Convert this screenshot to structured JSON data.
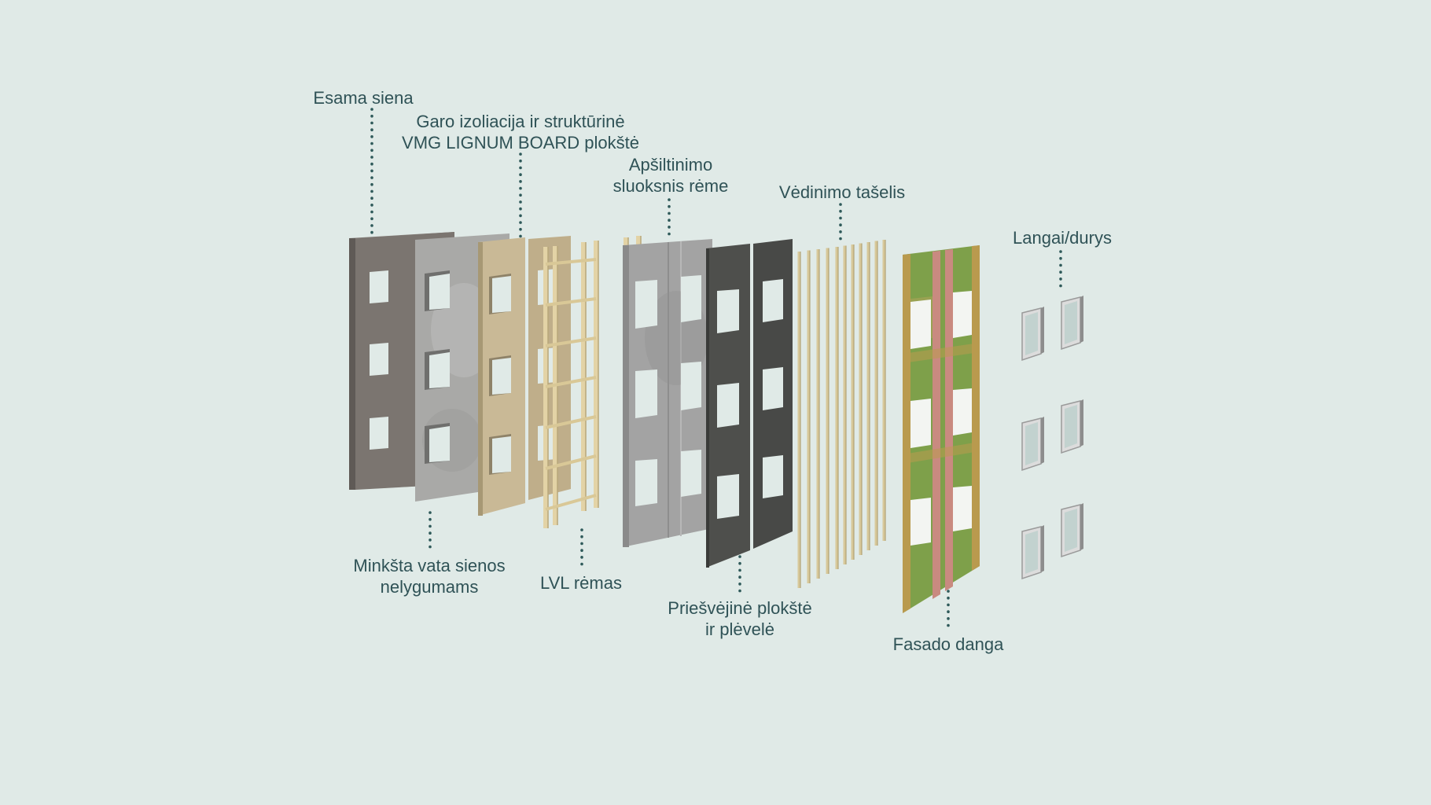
{
  "diagram": {
    "labels": {
      "esama_siena": [
        "Esama siena"
      ],
      "garo_izoliacija": [
        "Garo izoliacija ir struktūrinė",
        "VMG LIGNUM BOARD plokštė"
      ],
      "apsiltinimo": [
        "Apšiltinimo",
        "sluoksnis rėme"
      ],
      "vedinimo": [
        "Vėdinimo tašelis"
      ],
      "langai": [
        "Langai/durys"
      ],
      "minksta_vata": [
        "Minkšta vata sienos",
        "nelygumams"
      ],
      "lvl_remas": [
        "LVL rėmas"
      ],
      "priesvejine": [
        "Priešvėjinė plokštė",
        "ir plėvelė"
      ],
      "fasado_danga": [
        "Fasado danga"
      ]
    },
    "colors": {
      "background": "#e0eae7",
      "text": "#2f5256",
      "leader": "#2f5a5a",
      "existing_wall": "#7b7570",
      "soft_wool": "#a9a9a7",
      "vmg_board": "#c9b996",
      "lvl_frame": "#e3d3a6",
      "insulation": "#a3a3a3",
      "wind_board": "#4e4f4c",
      "battens": "#d7c89a",
      "facade_green": "#7ea04a",
      "facade_pink": "#c98a80",
      "window_glass": "#c2d2cf"
    }
  }
}
